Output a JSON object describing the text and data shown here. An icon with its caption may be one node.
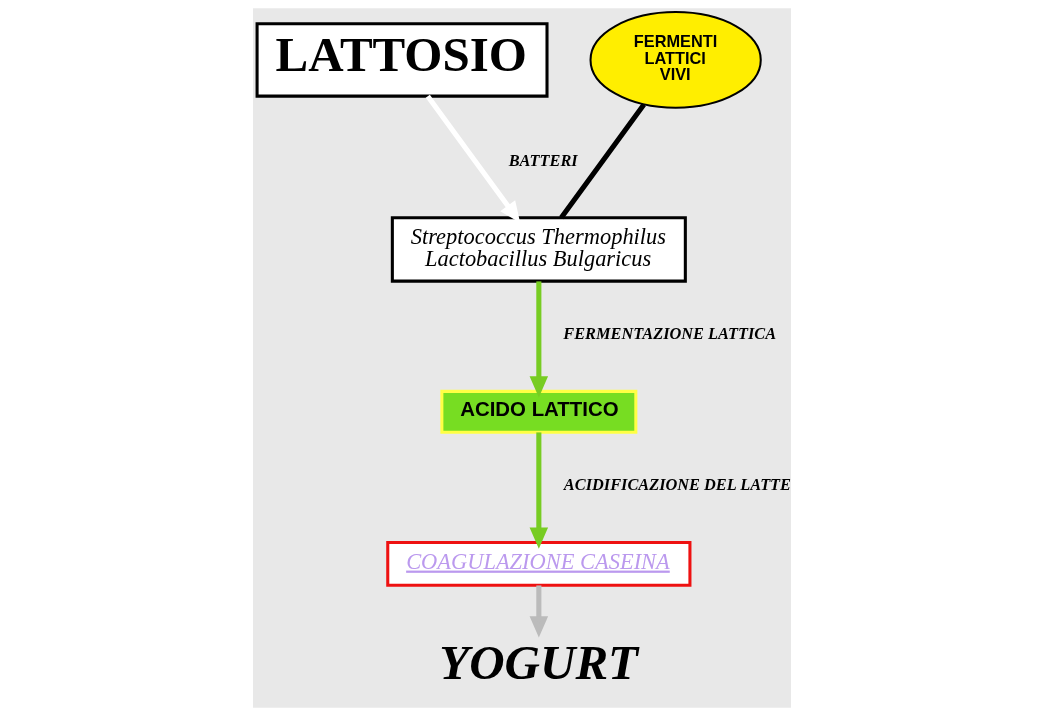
{
  "diagram": {
    "nodes": [
      {
        "text": [
          "LATTOSIO"
        ]
      },
      {
        "text": [
          "FERMENTI LATTICI VIVI"
        ]
      },
      {
        "text": [
          "Streptococcus Thermophilus Lactobacillus Bulgaricus"
        ]
      },
      {
        "text": [
          "ACIDO LATTICO"
        ]
      },
      {
        "text": [
          "COAGULAZIONE CASEINA"
        ]
      },
      {
        "text": [
          "YOGURT"
        ]
      }
    ],
    "edges": [
      {
        "from": 0,
        "to": 2,
        "arrow": "to",
        "label": "BATTERI",
        "color": "#ffffff"
      },
      {
        "from": 1,
        "to": 2,
        "arrow": "none",
        "color": "#000000"
      },
      {
        "from": 2,
        "to": 3,
        "arrow": "to",
        "label": "FERMENTAZIONE LATTICA",
        "color": "#77cc22"
      },
      {
        "from": 3,
        "to": 4,
        "arrow": "to",
        "label": "ACIDIFICAZIONE DEL LATTE",
        "color": "#77cc22"
      },
      {
        "from": 4,
        "to": 5,
        "arrow": "to",
        "color": "#bbbbbb"
      }
    ]
  }
}
